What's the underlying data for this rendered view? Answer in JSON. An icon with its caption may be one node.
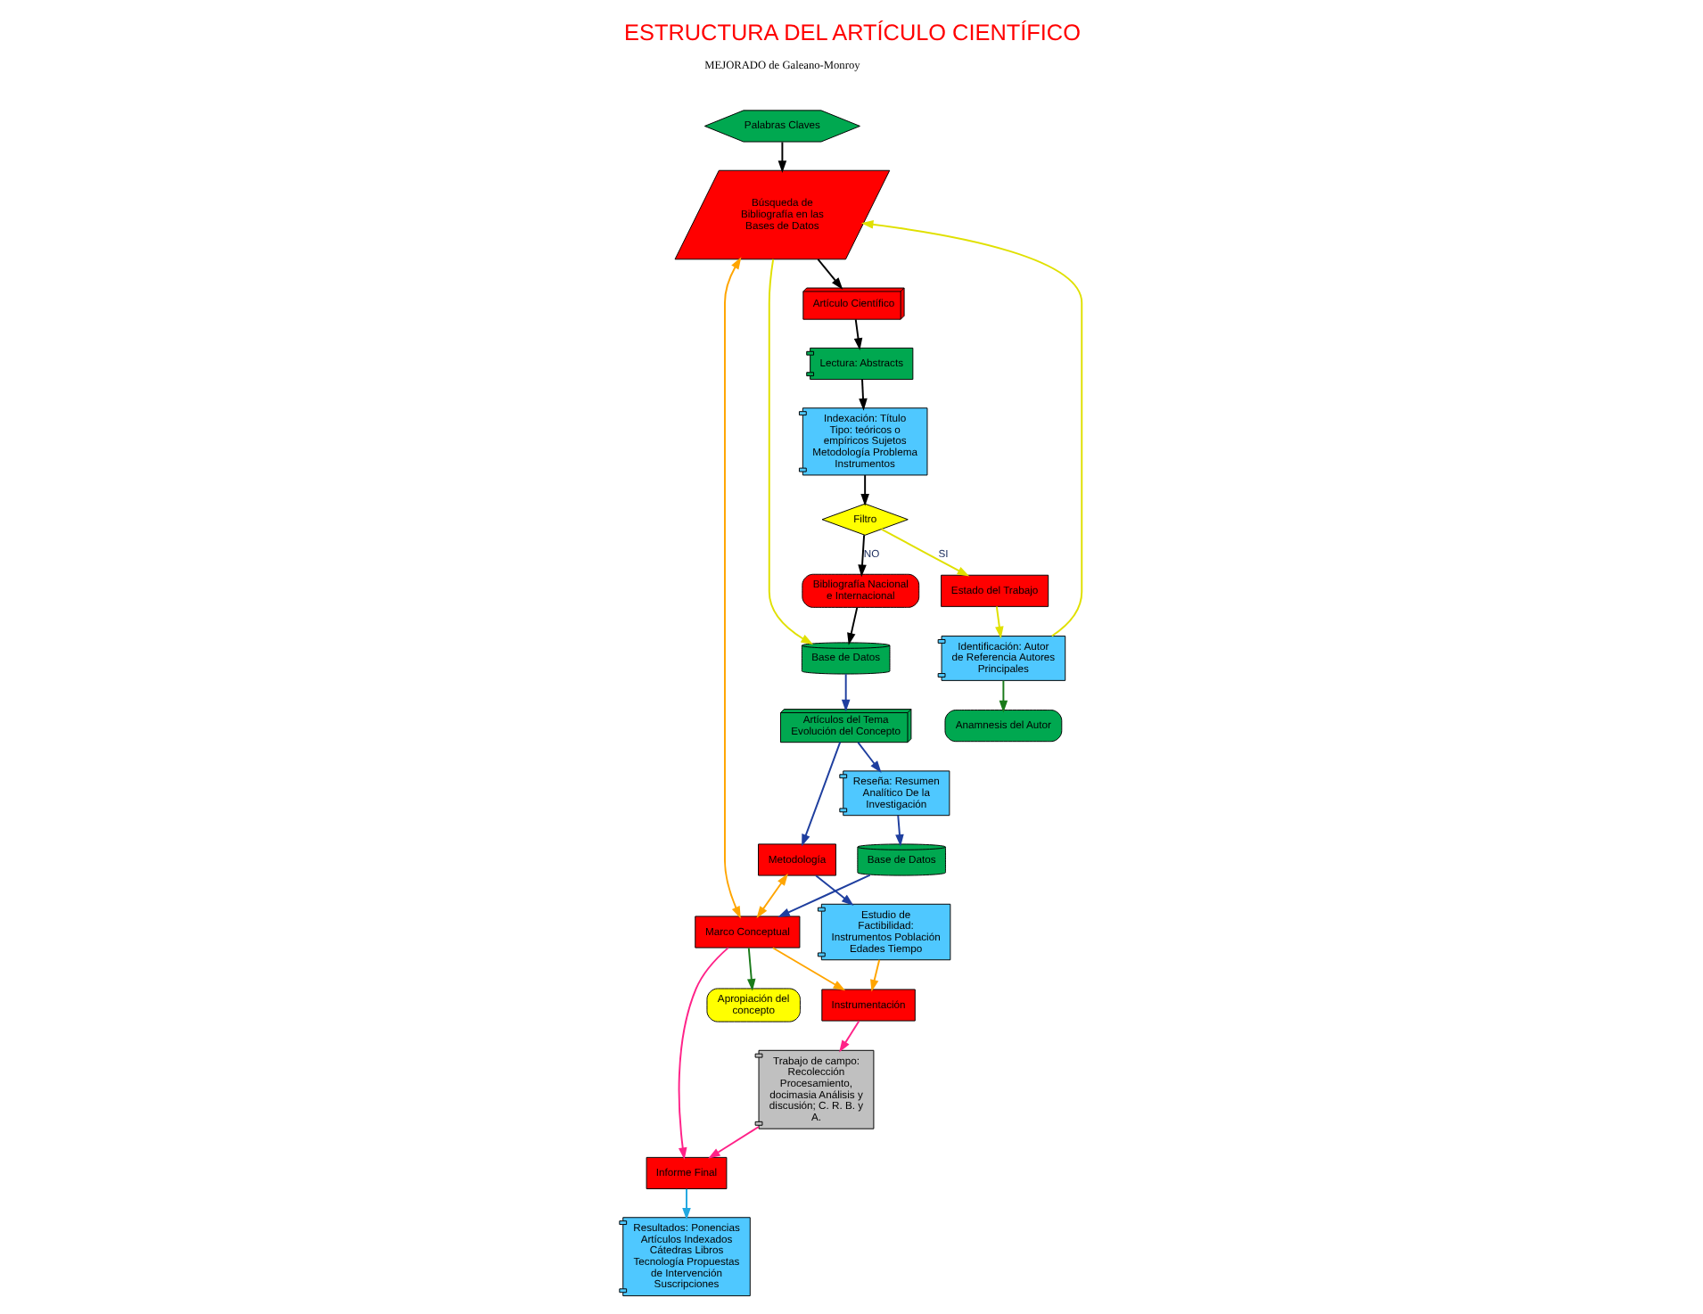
{
  "diagram": {
    "title": "ESTRUCTURA DEL ARTÍCULO CIENTÍFICO",
    "nodes": [
      {
        "text": [
          "Palabras Claves"
        ]
      },
      {
        "text": [
          "Búsqueda de Bibliografía en las Bases de Datos"
        ]
      },
      {
        "text": [
          "Artículo Científico"
        ]
      },
      {
        "text": [
          "Lectura: Abstracts"
        ]
      },
      {
        "text": [
          "Indexación: Título Tipo: teóricos o empíricos Sujetos Metodología Problema Instrumentos"
        ]
      },
      {
        "text": [
          "Filtro"
        ]
      },
      {
        "text": [
          "Bibliografía Nacional e Internacional"
        ]
      },
      {
        "text": [
          "Base de Datos"
        ]
      },
      {
        "text": [
          "Metodología"
        ]
      },
      {
        "text": [
          "Artículos del Tema Evolución del Concepto"
        ]
      },
      {
        "text": [
          "Marco Conceptual"
        ]
      },
      {
        "text": [
          "Estado del Trabajo"
        ]
      },
      {
        "text": [
          "Identificación: Autor de Referencia Autores Principales"
        ]
      },
      {
        "text": [
          "Estudio de Factibilidad: Instrumentos Población Edades Tiempo"
        ]
      },
      {
        "text": [
          "Reseña: Resumen Analítico De la Investigación"
        ]
      },
      {
        "text": [
          "Base de Datos"
        ]
      },
      {
        "text": [
          "Apropiación del concepto"
        ]
      },
      {
        "text": [
          "Anamnesis del Autor"
        ]
      },
      {
        "text": [
          "Instrumentación"
        ]
      },
      {
        "text": [
          "Informe Final"
        ]
      },
      {
        "text": [
          "Trabajo de campo: Recolección Procesamiento, docimasia Análisis y discusión; C. R. B. y A."
        ]
      },
      {
        "text": [
          "Resultados: Ponencias Artículos Indexados Cátedras Libros Tecnología Propuestas de Intervención Suscripciones"
        ]
      }
    ],
    "edges": [
      {
        "from": 0,
        "to": 1,
        "arrow": "to",
        "color": "#000000"
      },
      {
        "from": 1,
        "to": 2,
        "arrow": "to",
        "color": "#000000"
      },
      {
        "from": 2,
        "to": 3,
        "arrow": "to",
        "color": "#000000"
      },
      {
        "from": 3,
        "to": 4,
        "arrow": "to",
        "color": "#000000"
      },
      {
        "from": 4,
        "to": 5,
        "arrow": "to",
        "color": "#000000"
      },
      {
        "from": 5,
        "to": 6,
        "arrow": "to",
        "label": "NO",
        "color": "#000000"
      },
      {
        "from": 6,
        "to": 7,
        "arrow": "to",
        "color": "#000000"
      },
      {
        "from": 5,
        "to": 11,
        "arrow": "to",
        "label": "SI",
        "color": "#e0e000"
      },
      {
        "from": 1,
        "to": 7,
        "arrow": "to",
        "color": "#e0e000"
      },
      {
        "from": 12,
        "to": 1,
        "arrow": "to",
        "color": "#e0e000"
      },
      {
        "from": 11,
        "to": 12,
        "arrow": "to",
        "color": "#e0e000"
      },
      {
        "from": 1,
        "to": 10,
        "arrow": "both",
        "color": "#ffa500"
      },
      {
        "from": 8,
        "to": 10,
        "arrow": "both",
        "color": "#ffa500"
      },
      {
        "from": 10,
        "to": 18,
        "arrow": "to",
        "color": "#ffa500"
      },
      {
        "from": 13,
        "to": 18,
        "arrow": "to",
        "color": "#ffa500"
      },
      {
        "from": 7,
        "to": 9,
        "arrow": "to",
        "color": "#1f3f9f"
      },
      {
        "from": 9,
        "to": 8,
        "arrow": "to",
        "color": "#1f3f9f"
      },
      {
        "from": 8,
        "to": 13,
        "arrow": "to",
        "color": "#1f3f9f"
      },
      {
        "from": 9,
        "to": 14,
        "arrow": "to",
        "color": "#1f3f9f"
      },
      {
        "from": 14,
        "to": 15,
        "arrow": "to",
        "color": "#1f3f9f"
      },
      {
        "from": 15,
        "to": 10,
        "arrow": "to",
        "color": "#1f3f9f"
      },
      {
        "from": 10,
        "to": 16,
        "arrow": "to",
        "color": "#1a7a1a"
      },
      {
        "from": 12,
        "to": 17,
        "arrow": "to",
        "color": "#1a7a1a"
      },
      {
        "from": 18,
        "to": 20,
        "arrow": "to",
        "color": "#ff2288"
      },
      {
        "from": 20,
        "to": 19,
        "arrow": "to",
        "color": "#ff2288"
      },
      {
        "from": 10,
        "to": 19,
        "arrow": "to",
        "color": "#ff2288"
      },
      {
        "from": 19,
        "to": 21,
        "arrow": "to",
        "color": "#22a8e0"
      }
    ],
    "labels": [
      "MEJORADO de Galeano-Monroy"
    ]
  }
}
